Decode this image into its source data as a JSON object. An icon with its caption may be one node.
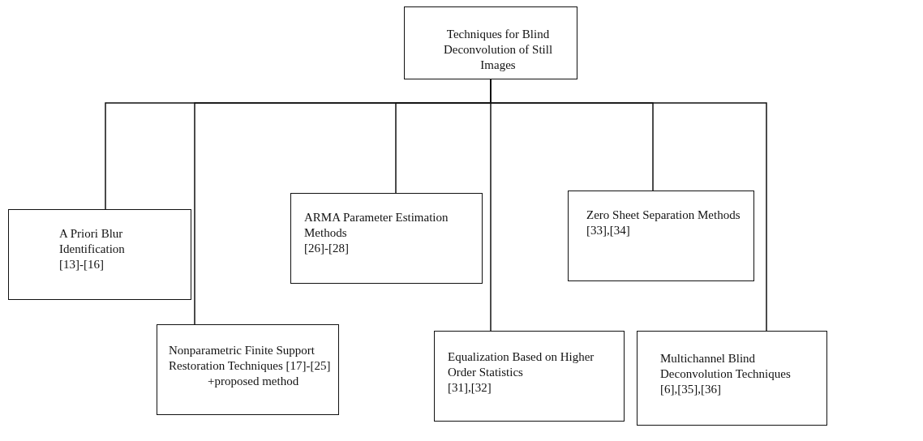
{
  "diagram": {
    "nodes": [
      {
        "text": [
          "Techniques for Blind Deconvolution of Still Images"
        ]
      },
      {
        "text": [
          "A Priori Blur Identification",
          "[13]-[16]"
        ]
      },
      {
        "text": [
          "Nonparametric Finite Support Restoration Techniques [17]-[25]",
          "+proposed method"
        ]
      },
      {
        "text": [
          "ARMA Parameter Estimation Methods",
          "[26]-[28]"
        ]
      },
      {
        "text": [
          "Equalization Based on Higher Order Statistics",
          "[31],[32]"
        ]
      },
      {
        "text": [
          "Zero Sheet Separation Methods",
          "[33],[34]"
        ]
      },
      {
        "text": [
          "Multichannel Blind Deconvolution Techniques",
          "[6],[35],[36]"
        ]
      }
    ],
    "edges": [
      {
        "from": 0,
        "to": 1,
        "arrow": "none"
      },
      {
        "from": 0,
        "to": 2,
        "arrow": "none"
      },
      {
        "from": 0,
        "to": 3,
        "arrow": "none"
      },
      {
        "from": 0,
        "to": 4,
        "arrow": "none"
      },
      {
        "from": 0,
        "to": 5,
        "arrow": "none"
      },
      {
        "from": 0,
        "to": 6,
        "arrow": "none"
      }
    ]
  }
}
